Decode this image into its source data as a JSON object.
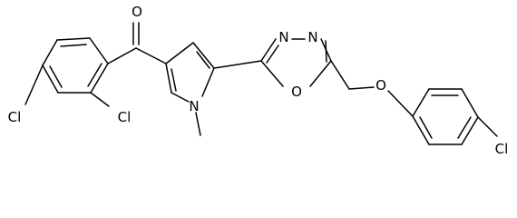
{
  "atoms": {
    "o_carbonyl": "O",
    "n_triazole_1": "N",
    "n_triazole_2": "N",
    "o_ring": "O",
    "o_ether": "O",
    "n_pyrrole": "N",
    "cl_left": "Cl",
    "cl_ortho": "Cl",
    "cl_right": "Cl"
  },
  "colors": {
    "bond": "#000000",
    "label": "#000000",
    "background": "#ffffff"
  }
}
